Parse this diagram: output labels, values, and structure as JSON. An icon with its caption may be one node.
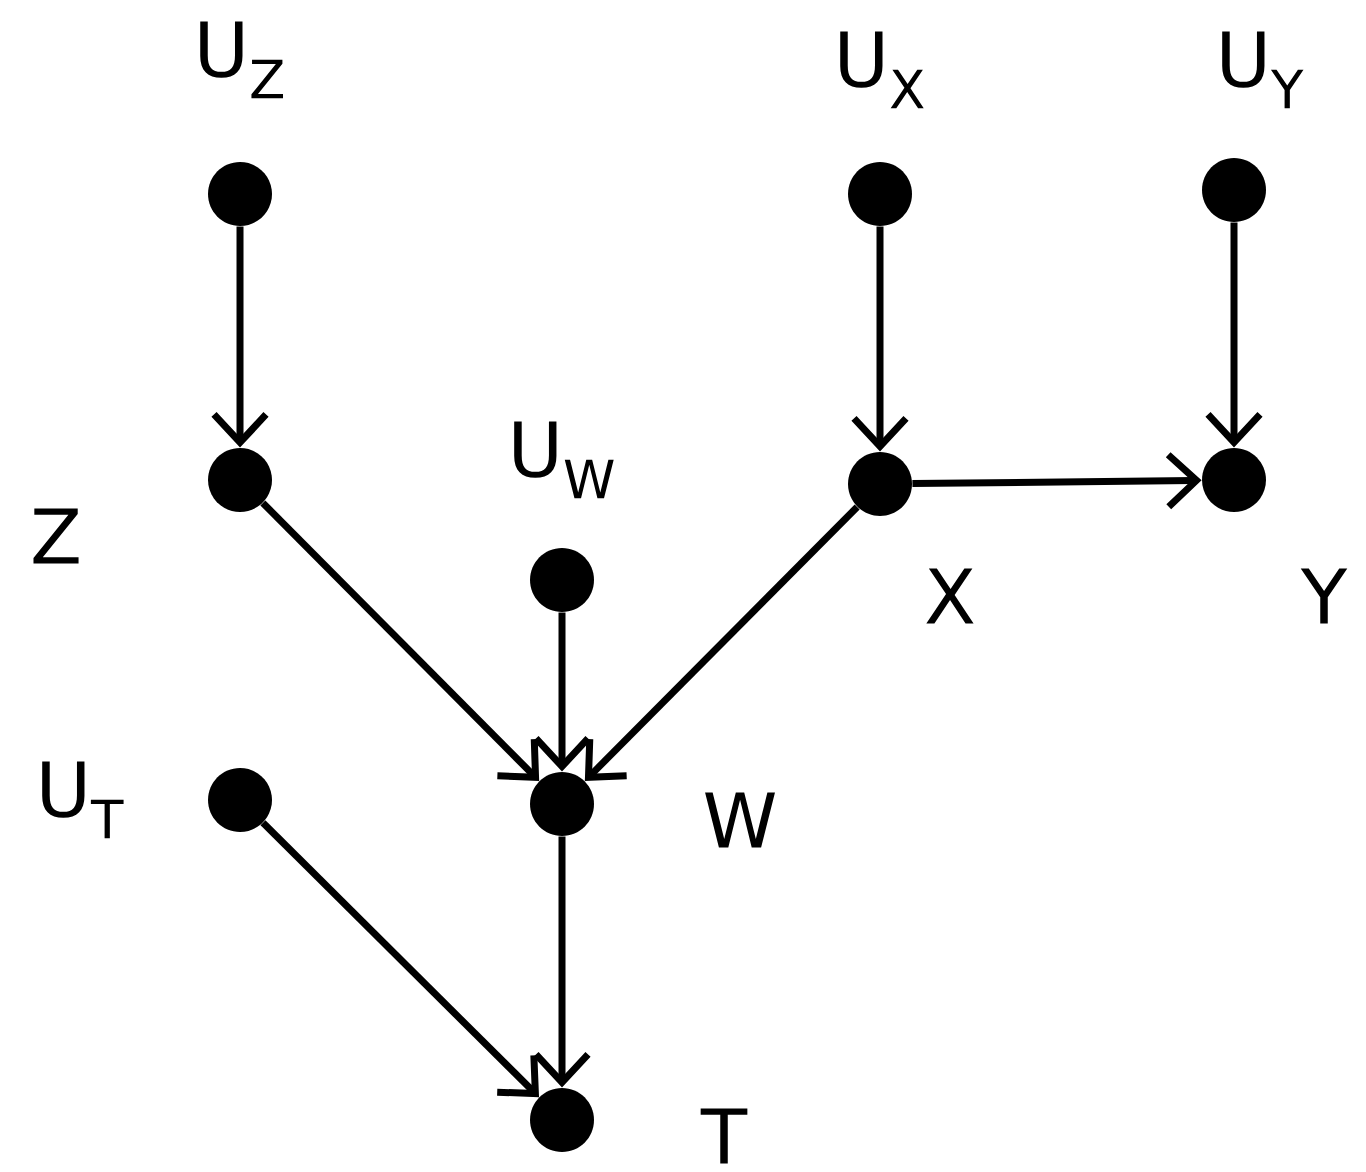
{
  "diagram": {
    "nodes": [
      {
        "text": [],
        "shape": "circle",
        "beside": [
          "U$_{Z}$"
        ]
      },
      {
        "text": [],
        "shape": "circle",
        "beside": [
          "U$_{X}$"
        ]
      },
      {
        "text": [],
        "shape": "circle",
        "beside": [
          "U$_{Y}$"
        ]
      },
      {
        "text": [],
        "shape": "circle",
        "beside": [
          "Z"
        ]
      },
      {
        "text": [],
        "shape": "circle",
        "beside": [
          "U$_{W}$"
        ]
      },
      {
        "text": [],
        "shape": "circle",
        "beside": [
          "X"
        ]
      },
      {
        "text": [],
        "shape": "circle",
        "beside": [
          "Y"
        ]
      },
      {
        "text": [],
        "shape": "circle",
        "beside": [
          "U$_{T}$"
        ]
      },
      {
        "text": [],
        "shape": "circle",
        "beside": [
          "W"
        ]
      },
      {
        "text": [],
        "shape": "circle",
        "beside": [
          "T"
        ]
      }
    ],
    "edges": [
      {
        "from": 0,
        "to": 3,
        "arrow": "to"
      },
      {
        "from": 1,
        "to": 5,
        "arrow": "to"
      },
      {
        "from": 2,
        "to": 6,
        "arrow": "to"
      },
      {
        "from": 5,
        "to": 6,
        "arrow": "to"
      },
      {
        "from": 3,
        "to": 8,
        "arrow": "to"
      },
      {
        "from": 4,
        "to": 8,
        "arrow": "to"
      },
      {
        "from": 5,
        "to": 8,
        "arrow": "to"
      },
      {
        "from": 7,
        "to": 9,
        "arrow": "to"
      },
      {
        "from": 8,
        "to": 9,
        "arrow": "to"
      }
    ]
  }
}
